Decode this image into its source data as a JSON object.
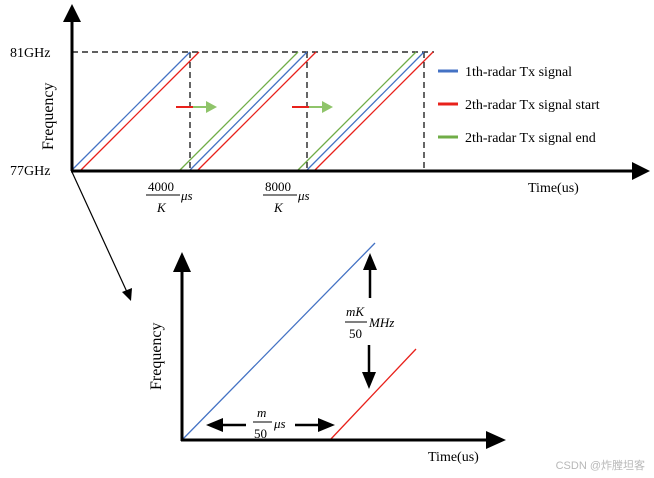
{
  "top_chart": {
    "y_axis_label": "Frequency",
    "x_axis_label": "Time(us)",
    "y_tick_top": "81GHz",
    "y_tick_bottom": "77GHz",
    "x_tick_1": {
      "num": "4000",
      "den": "K",
      "unit": "μs"
    },
    "x_tick_2": {
      "num": "8000",
      "den": "K",
      "unit": "μs"
    },
    "legend": [
      {
        "label": "1th-radar Tx signal",
        "color": "#4472c4"
      },
      {
        "label": "2th-radar Tx signal start",
        "color": "#e8211b"
      },
      {
        "label": "2th-radar Tx signal end",
        "color": "#70ad47"
      }
    ]
  },
  "zoom_chart": {
    "y_axis_label": "Frequency",
    "x_axis_label": "Time(us)",
    "freq_offset": {
      "num": "mK",
      "den": "50",
      "unit": "MHz"
    },
    "time_offset": {
      "num": "m",
      "den": "50",
      "unit": "μs"
    }
  },
  "watermark": "CSDN @炸膛坦客"
}
